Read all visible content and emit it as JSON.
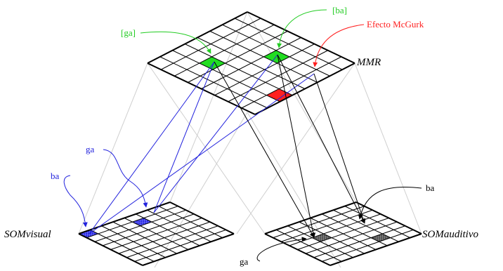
{
  "maps": {
    "mmr": {
      "label": "MMR"
    },
    "som_visual": {
      "label": "SOMvisual"
    },
    "som_auditivo": {
      "label": "SOMauditivo"
    }
  },
  "annotations": {
    "mmr_ga": "[ga]",
    "mmr_ba": "[ba]",
    "mcgurk": "Efecto McGurk",
    "visual_ga": "ga",
    "visual_ba": "ba",
    "audio_ba": "ba",
    "audio_ga": "ga"
  },
  "colors": {
    "green": "#22dd22",
    "red": "#ff2020",
    "blue": "#2222dd",
    "dark_cell": "#555555",
    "guide": "#cccccc",
    "grid": "#000000"
  }
}
